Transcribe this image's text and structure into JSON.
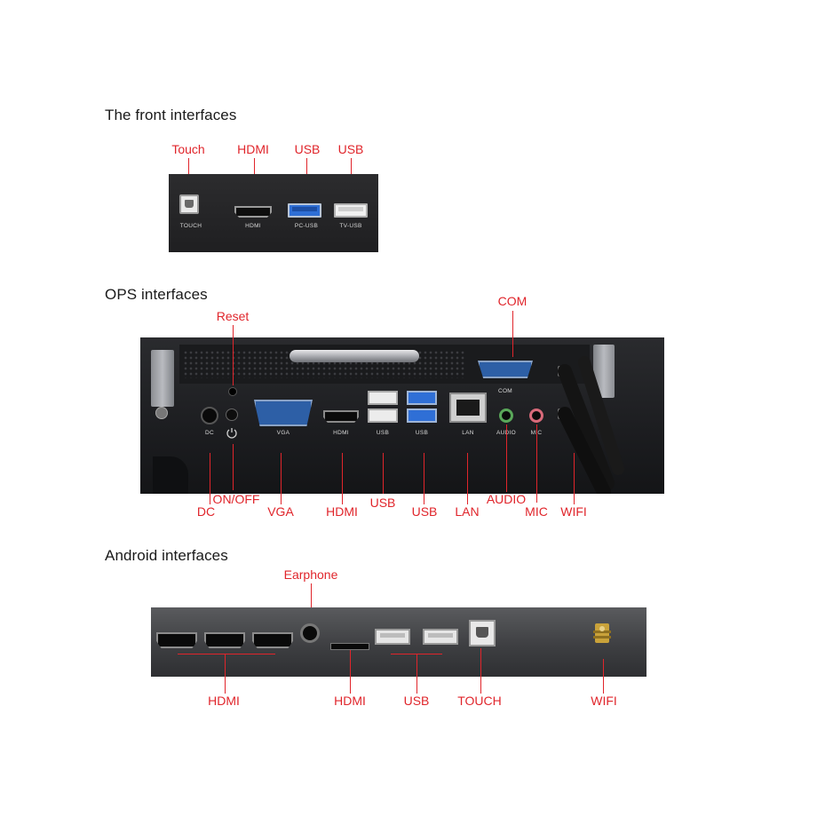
{
  "front": {
    "title": "The front interfaces",
    "labels": {
      "touch": "Touch",
      "hdmi": "HDMI",
      "usb1": "USB",
      "usb2": "USB"
    },
    "panel_captions": {
      "touch": "TOUCH",
      "hdmi": "HDMI",
      "pc_usb": "PC-USB",
      "tv_usb": "TV-USB"
    }
  },
  "ops": {
    "title": "OPS interfaces",
    "labels": {
      "reset": "Reset",
      "com": "COM",
      "dc": "DC",
      "onoff": "ON/OFF",
      "vga": "VGA",
      "hdmi": "HDMI",
      "usb1": "USB",
      "usb2": "USB",
      "lan": "LAN",
      "audio": "AUDIO",
      "mic": "MIC",
      "wifi": "WIFI"
    },
    "panel_captions": {
      "com": "COM",
      "dc": "DC",
      "vga": "VGA",
      "hdmi": "HDMI",
      "usb1": "USB",
      "usb2": "USB",
      "lan": "LAN",
      "audio": "AUDIO",
      "mic": "MIC"
    }
  },
  "android": {
    "title": "Android interfaces",
    "labels": {
      "earphone": "Earphone",
      "hdmi1": "HDMI",
      "hdmi2": "HDMI",
      "usb": "USB",
      "touch": "TOUCH",
      "wifi": "WIFI"
    }
  },
  "colors": {
    "label_red": "#e0252b",
    "usb3_blue": "#2f6fd6",
    "audio_green": "#5aa85a",
    "mic_pink": "#d86a7a"
  },
  "icons": [
    "power-icon"
  ]
}
